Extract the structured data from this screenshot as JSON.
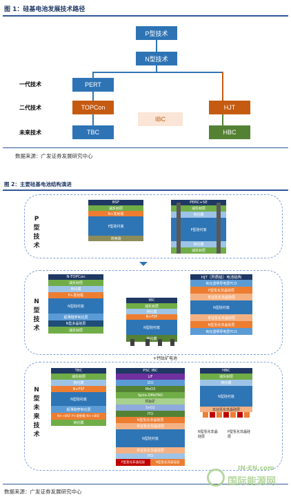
{
  "figure1": {
    "title": "图 1：硅基电池发展技术路径",
    "source": "数据来源：广发证券发展研究中心",
    "nodes": {
      "p_tech": "P型技术",
      "n_tech": "N型技术",
      "pert": "PERT",
      "topcon": "TOPCon",
      "ibc": "IBC",
      "hjt": "HJT",
      "tbc": "TBC",
      "hbc": "HBC"
    },
    "generations": {
      "first": "一代技术",
      "second": "二代技术",
      "future": "未来技术"
    }
  },
  "figure2": {
    "title": "图 2：主要硅基电池结构演进",
    "source": "数据来源：广发证券发展研究中心",
    "groups": {
      "p": "P型技术",
      "n": "N型技术",
      "n_future": "N型未来技术"
    },
    "cells": {
      "bsf": {
        "title": "BSF",
        "layers": [
          "减反射层",
          "N+发射极",
          "P型硅衬底",
          "背电场"
        ]
      },
      "perc": {
        "title": "PERC+SE",
        "layers": [
          "减反射层",
          "钝化膜",
          "P型硅衬底",
          "钝化膜",
          "减反射层"
        ]
      },
      "ntopcon": {
        "title": "N-TOPCon",
        "layers": [
          "减反射层",
          "钝化膜",
          "P+发射极",
          "N型硅衬底",
          "超薄隧穿氧化层",
          "N型多晶硅层",
          "减反射层"
        ]
      },
      "ibc": {
        "title": "IBC",
        "layers": [
          "减反射层",
          "钝化膜",
          "N+FSF",
          "N型硅衬底",
          "钝化膜"
        ]
      },
      "hjt": {
        "title": "HJT（异质结）电池结构",
        "layers": [
          "氧化透明导电层TCO",
          "P型氢化非晶硅层",
          "本征氢化非晶硅层",
          "N型硅衬底",
          "本征氢化非晶硅层",
          "N型氢化非晶硅层",
          "氧化透明导电层TCO"
        ]
      },
      "tbc": {
        "title": "TBC",
        "layers": [
          "减反射层",
          "钝化膜",
          "N+FSF",
          "N型硅衬底",
          "超薄隧穿氧化层",
          "N++BSF P+发射极 N++BSF",
          "钝化膜"
        ]
      },
      "psc_ibc": {
        "title": "PSC IBC",
        "layers": [
          "LiF",
          "IZO",
          "MoO3",
          "Spiro-OMeTAD",
          "钙钛矿",
          "SnO2",
          "ITO",
          "N型氢化非晶硅层",
          "本征氢化非晶硅层",
          "N型硅衬底",
          "本征氢化非晶硅层",
          "ITO",
          "P型氢化非晶硅层",
          "N型氢化非晶硅层"
        ]
      },
      "hbc": {
        "title": "HBC",
        "layers": [
          "减反射层",
          "钝化膜",
          "N型硅衬底",
          "本征氢化非晶硅层"
        ]
      }
    },
    "notes": {
      "perovskite": "+钙钛矿电池",
      "hbc_n": "N型氢化非晶硅层",
      "hbc_p": "P型氢化非晶硅层"
    }
  },
  "watermark": "国际能源网",
  "watermark_url": "IN-EN.com",
  "colors": {
    "navy": "#1f3864",
    "blue": "#2e74b5",
    "orange": "#c55a11",
    "green": "#548235",
    "peach": "#fbe5d6"
  }
}
